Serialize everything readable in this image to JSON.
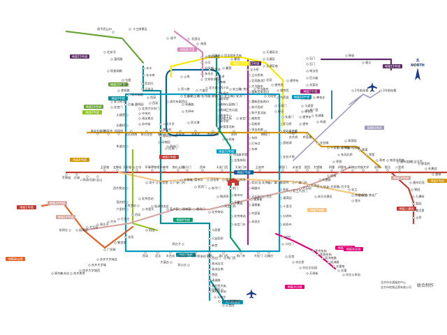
{
  "compass": {
    "label_cn": "北",
    "label_en": "NORTH"
  },
  "credits": {
    "publisher_1": "北京市交通服务中心",
    "publisher_2": "北京市地铁运营有限公司",
    "made_by": "联合制作"
  },
  "colors": {
    "line1": "#c23a30",
    "line2": "#006098",
    "line4": "#008e9c",
    "line5": "#a6217f",
    "line6": "#d29700",
    "line7": "#f6c582",
    "line8": "#009b6b",
    "line9": "#8fc31f",
    "line10": "#009bc0",
    "line13": "#f9e700",
    "line14": "#d5a7a1",
    "line15": "#5b2c68",
    "line16": "#6ba539",
    "changping": "#d986ba",
    "fangshan": "#e46022",
    "yizhuang": "#e40077",
    "daxing": "#009bc0",
    "airport": "#a29bbb",
    "batong": "#c23a30"
  },
  "line_badges": [
    {
      "id": "b1",
      "label": "地铁15号线"
    },
    {
      "id": "b2",
      "label": "地铁昌平线"
    },
    {
      "id": "b3",
      "label": "地铁15号线"
    },
    {
      "id": "b4",
      "label": "地铁16号线"
    },
    {
      "id": "b5",
      "label": "地铁4号线"
    },
    {
      "id": "b6",
      "label": "地铁16号线"
    },
    {
      "id": "b7",
      "label": "地铁9号线"
    },
    {
      "id": "b8",
      "label": "地铁6号线"
    },
    {
      "id": "b9",
      "label": "地铁1号线"
    },
    {
      "id": "b10",
      "label": "地铁14号线"
    },
    {
      "id": "b11",
      "label": "地铁房山线"
    },
    {
      "id": "b12",
      "label": "地铁14号线"
    },
    {
      "id": "b13",
      "label": "地铁10号线"
    },
    {
      "id": "b14",
      "label": "地铁2号线"
    },
    {
      "id": "b15",
      "label": "地铁8号线"
    },
    {
      "id": "b16",
      "label": "地铁7号线"
    },
    {
      "id": "b17",
      "label": "地铁14号线"
    },
    {
      "id": "b18",
      "label": "地铁5号线"
    },
    {
      "id": "b19",
      "label": "地铁10号线"
    },
    {
      "id": "b20",
      "label": "地铁八通线"
    },
    {
      "id": "b21",
      "label": "地铁6号线"
    },
    {
      "id": "b22",
      "label": "地铁13号线"
    },
    {
      "id": "b23",
      "label": "地铁15号线"
    },
    {
      "id": "b24",
      "label": "首都机场线"
    },
    {
      "id": "b25",
      "label": "地铁亦庄线"
    },
    {
      "id": "b26",
      "label": "地铁4号线"
    },
    {
      "id": "b27",
      "label": "大兴机场线"
    },
    {
      "id": "b28",
      "label": "地铁亦庄线"
    },
    {
      "id": "b29",
      "label": "地铁大兴线"
    },
    {
      "id": "b30",
      "label": "地铁1号线"
    }
  ],
  "stations": [
    {
      "id": "s1",
      "name": "十三陵景区"
    },
    {
      "id": "s2",
      "name": "昌平西山口"
    },
    {
      "id": "s3",
      "name": "昌平"
    },
    {
      "id": "s4",
      "name": "北邵洼"
    },
    {
      "id": "s5",
      "name": "南邵"
    },
    {
      "id": "s6",
      "name": "沙河高教园"
    },
    {
      "id": "s7",
      "name": "沙河"
    },
    {
      "id": "s8",
      "name": "巩华城"
    },
    {
      "id": "s9",
      "name": "朱辛庄"
    },
    {
      "id": "s10",
      "name": "生命科学园"
    },
    {
      "id": "s11",
      "name": "西二旗"
    },
    {
      "id": "s12",
      "name": "北安河"
    },
    {
      "id": "s13",
      "name": "温阳路"
    },
    {
      "id": "s14",
      "name": "稻香湖路"
    },
    {
      "id": "s15",
      "name": "屯佃"
    },
    {
      "id": "s16",
      "name": "永丰"
    },
    {
      "id": "s17",
      "name": "永丰南"
    },
    {
      "id": "s18",
      "name": "西北旺"
    },
    {
      "id": "s19",
      "name": "马连洼"
    },
    {
      "id": "s20",
      "name": "农大南路"
    },
    {
      "id": "s21",
      "name": "西苑"
    },
    {
      "id": "s22",
      "name": "安河桥北"
    },
    {
      "id": "s23",
      "name": "北宫门"
    },
    {
      "id": "s24",
      "name": "圆明园"
    },
    {
      "id": "s25",
      "name": "北京大学东门"
    },
    {
      "id": "s26",
      "name": "中关村"
    },
    {
      "id": "s27",
      "name": "海淀黄庄"
    },
    {
      "id": "s28",
      "name": "人民大学"
    },
    {
      "id": "s29",
      "name": "魏公村"
    },
    {
      "id": "s30",
      "name": "国家图书馆"
    },
    {
      "id": "s31",
      "name": "动物园"
    },
    {
      "id": "s32",
      "name": "西直门"
    },
    {
      "id": "s33",
      "name": "上地"
    },
    {
      "id": "s34",
      "name": "五道口"
    },
    {
      "id": "s35",
      "name": "知春路"
    },
    {
      "id": "s36",
      "name": "大钟寺"
    },
    {
      "id": "s37",
      "name": "回龙观"
    },
    {
      "id": "s38",
      "name": "龙泽"
    },
    {
      "id": "s39",
      "name": "霍营"
    },
    {
      "id": "s40",
      "name": "立水桥"
    },
    {
      "id": "s41",
      "name": "北苑"
    },
    {
      "id": "s42",
      "name": "望京西"
    },
    {
      "id": "s43",
      "name": "芍药居"
    },
    {
      "id": "s44",
      "name": "光熙门"
    },
    {
      "id": "s45",
      "name": "柳芳"
    },
    {
      "id": "s46",
      "name": "东直门"
    },
    {
      "id": "s47",
      "name": "天通苑北"
    },
    {
      "id": "s48",
      "name": "天通苑"
    },
    {
      "id": "s49",
      "name": "天通苑南"
    },
    {
      "id": "s50",
      "name": "立水桥南"
    },
    {
      "id": "s51",
      "name": "北苑路北"
    },
    {
      "id": "s52",
      "name": "大屯路东"
    },
    {
      "id": "s53",
      "name": "惠新西街北口"
    },
    {
      "id": "s54",
      "name": "惠新西街南口"
    },
    {
      "id": "s55",
      "name": "和平西桥"
    },
    {
      "id": "s56",
      "name": "和平里北街"
    },
    {
      "id": "s57",
      "name": "雍和宫"
    },
    {
      "id": "s58",
      "name": "北新桥"
    },
    {
      "id": "s59",
      "name": "张自忠路"
    },
    {
      "id": "s60",
      "name": "东四"
    },
    {
      "id": "s61",
      "name": "灯市口"
    },
    {
      "id": "s62",
      "name": "东单"
    },
    {
      "id": "s63",
      "name": "崇文门"
    },
    {
      "id": "s64",
      "name": "磁器口"
    },
    {
      "id": "s65",
      "name": "天坛东门"
    },
    {
      "id": "s66",
      "name": "蒲黄榆"
    },
    {
      "id": "s67",
      "name": "刘家窑"
    },
    {
      "id": "s68",
      "name": "宋家庄"
    },
    {
      "id": "s69",
      "name": "俸伯"
    },
    {
      "id": "s70",
      "name": "顺义"
    },
    {
      "id": "s71",
      "name": "石门"
    },
    {
      "id": "s72",
      "name": "南法信"
    },
    {
      "id": "s73",
      "name": "后沙峪"
    },
    {
      "id": "s74",
      "name": "花梨坎"
    },
    {
      "id": "s75",
      "name": "国展"
    },
    {
      "id": "s76",
      "name": "孙河"
    },
    {
      "id": "s77",
      "name": "马泉营"
    },
    {
      "id": "s78",
      "name": "崔各庄"
    },
    {
      "id": "s79",
      "name": "望京东"
    },
    {
      "id": "s80",
      "name": "望京"
    },
    {
      "id": "s81",
      "name": "3号航站楼"
    },
    {
      "id": "s82",
      "name": "2号航站楼"
    },
    {
      "id": "s83",
      "name": "三元桥"
    },
    {
      "id": "s84",
      "name": "苹果园"
    },
    {
      "id": "s85",
      "name": "古城"
    },
    {
      "id": "s86",
      "name": "八角游乐园"
    },
    {
      "id": "s87",
      "name": "八宝山"
    },
    {
      "id": "s88",
      "name": "玉泉路"
    },
    {
      "id": "s89",
      "name": "五棵松"
    },
    {
      "id": "s90",
      "name": "万寿路"
    },
    {
      "id": "s91",
      "name": "公主坟"
    },
    {
      "id": "s92",
      "name": "军事博物馆"
    },
    {
      "id": "s93",
      "name": "木樨地"
    },
    {
      "id": "s94",
      "name": "南礼士路"
    },
    {
      "id": "s95",
      "name": "复兴门"
    },
    {
      "id": "s96",
      "name": "西单"
    },
    {
      "id": "s97",
      "name": "天安门西"
    },
    {
      "id": "s98",
      "name": "天安门东"
    },
    {
      "id": "s99",
      "name": "王府井"
    },
    {
      "id": "s100",
      "name": "建国门"
    },
    {
      "id": "s101",
      "name": "永安里"
    },
    {
      "id": "s102",
      "name": "国贸"
    },
    {
      "id": "s103",
      "name": "大望路"
    },
    {
      "id": "s104",
      "name": "四惠"
    },
    {
      "id": "s105",
      "name": "四惠东"
    },
    {
      "id": "s106",
      "name": "高碑店"
    },
    {
      "id": "s107",
      "name": "传媒大学"
    },
    {
      "id": "s108",
      "name": "双桥"
    },
    {
      "id": "s109",
      "name": "管庄"
    },
    {
      "id": "s110",
      "name": "八里桥"
    },
    {
      "id": "s111",
      "name": "通州北苑"
    },
    {
      "id": "s112",
      "name": "果园"
    },
    {
      "id": "s113",
      "name": "九棵树"
    },
    {
      "id": "s114",
      "name": "梨园"
    },
    {
      "id": "s115",
      "name": "临河里"
    },
    {
      "id": "s116",
      "name": "土桥"
    },
    {
      "id": "s117",
      "name": "海淀五路居"
    },
    {
      "id": "s118",
      "name": "慈寿寺"
    },
    {
      "id": "s119",
      "name": "花园桥"
    },
    {
      "id": "s120",
      "name": "白石桥南"
    },
    {
      "id": "s121",
      "name": "车公庄西"
    },
    {
      "id": "s122",
      "name": "车公庄"
    },
    {
      "id": "s123",
      "name": "平安里"
    },
    {
      "id": "s124",
      "name": "北海北"
    },
    {
      "id": "s125",
      "name": "南锣鼓巷"
    },
    {
      "id": "s126",
      "name": "东四"
    },
    {
      "id": "s127",
      "name": "朝阳门"
    },
    {
      "id": "s128",
      "name": "东大桥"
    },
    {
      "id": "s129",
      "name": "呼家楼"
    },
    {
      "id": "s130",
      "name": "金台路"
    },
    {
      "id": "s131",
      "name": "十里堡"
    },
    {
      "id": "s132",
      "name": "青年路"
    },
    {
      "id": "s133",
      "name": "褡裢坡"
    },
    {
      "id": "s134",
      "name": "黄渠"
    },
    {
      "id": "s135",
      "name": "常营"
    },
    {
      "id": "s136",
      "name": "草房"
    },
    {
      "id": "s137",
      "name": "物资学院路"
    },
    {
      "id": "s138",
      "name": "通州北关"
    },
    {
      "id": "s139",
      "name": "北运河西"
    },
    {
      "id": "s140",
      "name": "郝家府"
    },
    {
      "id": "s141",
      "name": "东夏园"
    },
    {
      "id": "s142",
      "name": "潞城"
    },
    {
      "id": "s143",
      "name": "积水潭"
    },
    {
      "id": "s144",
      "name": "鼓楼大街"
    },
    {
      "id": "s145",
      "name": "安定门"
    },
    {
      "id": "s146",
      "name": "阜成门"
    },
    {
      "id": "s147",
      "name": "长椿街"
    },
    {
      "id": "s148",
      "name": "宣武门"
    },
    {
      "id": "s149",
      "name": "和平门"
    },
    {
      "id": "s150",
      "name": "前门"
    },
    {
      "id": "s151",
      "name": "北京站"
    },
    {
      "id": "s152",
      "name": "巴沟"
    },
    {
      "id": "s153",
      "name": "苏州街"
    },
    {
      "id": "s154",
      "name": "西土城"
    },
    {
      "id": "s155",
      "name": "牡丹园"
    },
    {
      "id": "s156",
      "name": "健德门"
    },
    {
      "id": "s157",
      "name": "北土城"
    },
    {
      "id": "s158",
      "name": "安贞门"
    },
    {
      "id": "s159",
      "name": "太阳宫"
    },
    {
      "id": "s160",
      "name": "亮马桥"
    },
    {
      "id": "s161",
      "name": "农业展览馆"
    },
    {
      "id": "s162",
      "name": "团结湖"
    },
    {
      "id": "s163",
      "name": "金台夕照"
    },
    {
      "id": "s164",
      "name": "双井"
    },
    {
      "id": "s165",
      "name": "劲松"
    },
    {
      "id": "s166",
      "name": "潘家园"
    },
    {
      "id": "s167",
      "name": "十里河"
    },
    {
      "id": "s168",
      "name": "分钟寺"
    },
    {
      "id": "s169",
      "name": "成寿寺"
    },
    {
      "id": "s170",
      "name": "石榴庄"
    },
    {
      "id": "s171",
      "name": "大红门"
    },
    {
      "id": "s172",
      "name": "角门东"
    },
    {
      "id": "s173",
      "name": "角门西"
    },
    {
      "id": "s174",
      "name": "草桥"
    },
    {
      "id": "s175",
      "name": "纪家庙"
    },
    {
      "id": "s176",
      "name": "首经贸"
    },
    {
      "id": "s177",
      "name": "丰台站"
    },
    {
      "id": "s178",
      "name": "泥洼"
    },
    {
      "id": "s179",
      "name": "西局"
    },
    {
      "id": "s180",
      "name": "六里桥"
    },
    {
      "id": "s181",
      "name": "莲花桥"
    },
    {
      "id": "s182",
      "name": "西钓鱼台"
    },
    {
      "id": "s183",
      "name": "车道沟"
    },
    {
      "id": "s184",
      "name": "长春桥"
    },
    {
      "id": "s185",
      "name": "火器营"
    },
    {
      "id": "s186",
      "name": "北京西站"
    },
    {
      "id": "s187",
      "name": "湾子"
    },
    {
      "id": "s188",
      "name": "达官营"
    },
    {
      "id": "s189",
      "name": "广安门内"
    },
    {
      "id": "s190",
      "name": "菜市口"
    },
    {
      "id": "s191",
      "name": "虎坊桥"
    },
    {
      "id": "s192",
      "name": "珠市口"
    },
    {
      "id": "s193",
      "name": "桥湾"
    },
    {
      "id": "s194",
      "name": "广渠门内"
    },
    {
      "id": "s195",
      "name": "广渠门外"
    },
    {
      "id": "s196",
      "name": "九龙山"
    },
    {
      "id": "s197",
      "name": "大郊亭"
    },
    {
      "id": "s198",
      "name": "百子湾"
    },
    {
      "id": "s199",
      "name": "化工"
    },
    {
      "id": "s200",
      "name": "南楼梓庄"
    },
    {
      "id": "s201",
      "name": "欢乐谷景区"
    },
    {
      "id": "s202",
      "name": "垡头"
    },
    {
      "id": "s203",
      "name": "双合"
    },
    {
      "id": "s204",
      "name": "焦化厂"
    },
    {
      "id": "s205",
      "name": "北京南站"
    },
    {
      "id": "s206",
      "name": "陶然亭"
    },
    {
      "id": "s207",
      "name": "马家堡"
    },
    {
      "id": "s208",
      "name": "公益西桥"
    },
    {
      "id": "s209",
      "name": "新宫"
    },
    {
      "id": "s210",
      "name": "西红门"
    },
    {
      "id": "s211",
      "name": "高米店北"
    },
    {
      "id": "s212",
      "name": "高米店南"
    },
    {
      "id": "s213",
      "name": "枣园"
    },
    {
      "id": "s214",
      "name": "清源路"
    },
    {
      "id": "s215",
      "name": "黄村西大街"
    },
    {
      "id": "s216",
      "name": "黄村火车站"
    },
    {
      "id": "s217",
      "name": "义和庄"
    },
    {
      "id": "s218",
      "name": "生物医药基地"
    },
    {
      "id": "s219",
      "name": "天宫院"
    },
    {
      "id": "s220",
      "name": "肖村"
    },
    {
      "id": "s221",
      "name": "小红门"
    },
    {
      "id": "s222",
      "name": "旧宫"
    },
    {
      "id": "s223",
      "name": "亦庄桥"
    },
    {
      "id": "s224",
      "name": "亦庄文化园"
    },
    {
      "id": "s225",
      "name": "万源街"
    },
    {
      "id": "s226",
      "name": "荣京东街"
    },
    {
      "id": "s227",
      "name": "荣昌东街"
    },
    {
      "id": "s228",
      "name": "同济南路"
    },
    {
      "id": "s229",
      "name": "经海路"
    },
    {
      "id": "s230",
      "name": "次渠南"
    },
    {
      "id": "s231",
      "name": "次渠"
    },
    {
      "id": "s232",
      "name": "亦庄火车站"
    },
    {
      "id": "s233",
      "name": "郭公庄"
    },
    {
      "id": "s234",
      "name": "大葆台"
    },
    {
      "id": "s235",
      "name": "稻田"
    },
    {
      "id": "s236",
      "name": "长阳"
    },
    {
      "id": "s237",
      "name": "篱笆房"
    },
    {
      "id": "s238",
      "name": "广阳城"
    },
    {
      "id": "s239",
      "name": "良乡大学城北"
    },
    {
      "id": "s240",
      "name": "良乡大学城"
    },
    {
      "id": "s241",
      "name": "良乡大学城西"
    },
    {
      "id": "s242",
      "name": "良乡南关"
    },
    {
      "id": "s243",
      "name": "苏庄"
    },
    {
      "id": "s244",
      "name": "阎村东"
    },
    {
      "id": "s245",
      "name": "张郭庄"
    },
    {
      "id": "s246",
      "name": "园博园"
    },
    {
      "id": "s247",
      "name": "大瓦窑"
    },
    {
      "id": "s248",
      "name": "郭庄子"
    },
    {
      "id": "s249",
      "name": "大井"
    },
    {
      "id": "s250",
      "name": "七里庄"
    },
    {
      "id": "s251",
      "name": "西局"
    },
    {
      "id": "s252",
      "name": "东管头"
    },
    {
      "id": "s253",
      "name": "丽泽商务区"
    },
    {
      "id": "s254",
      "name": "菜户营"
    },
    {
      "id": "s255",
      "name": "西铁营"
    },
    {
      "id": "s256",
      "name": "景风门"
    },
    {
      "id": "s257",
      "name": "北京南站"
    },
    {
      "id": "s258",
      "name": "永定门外"
    },
    {
      "id": "s259",
      "name": "景泰"
    },
    {
      "id": "s260",
      "name": "蒲黄榆"
    },
    {
      "id": "s261",
      "name": "方庄"
    },
    {
      "id": "s262",
      "name": "北工大西门"
    },
    {
      "id": "s263",
      "name": "平乐园"
    },
    {
      "id": "s264",
      "name": "九龙山"
    },
    {
      "id": "s265",
      "name": "大望路"
    },
    {
      "id": "s266",
      "name": "红庙"
    },
    {
      "id": "s267",
      "name": "枣营"
    },
    {
      "id": "s268",
      "name": "东风北桥"
    },
    {
      "id": "s269",
      "name": "将台"
    },
    {
      "id": "s270",
      "name": "高家园"
    },
    {
      "id": "s271",
      "name": "阜通"
    },
    {
      "id": "s272",
      "name": "东湖渠"
    },
    {
      "id": "s273",
      "name": "来广营"
    },
    {
      "id": "s274",
      "name": "善各庄"
    },
    {
      "id": "s275",
      "name": "朱辛庄"
    },
    {
      "id": "s276",
      "name": "育知路"
    },
    {
      "id": "s277",
      "name": "平西府"
    },
    {
      "id": "s278",
      "name": "回龙观东大街"
    },
    {
      "id": "s279",
      "name": "霍营"
    },
    {
      "id": "s280",
      "name": "育新"
    },
    {
      "id": "s281",
      "name": "西小口"
    },
    {
      "id": "s282",
      "name": "永泰庄"
    },
    {
      "id": "s283",
      "name": "林萃桥"
    },
    {
      "id": "s284",
      "name": "森林公园南门"
    },
    {
      "id": "s285",
      "name": "奥林匹克公园"
    },
    {
      "id": "s286",
      "name": "奥体中心"
    },
    {
      "id": "s287",
      "name": "安华桥"
    },
    {
      "id": "s288",
      "name": "安德里北街"
    },
    {
      "id": "s289",
      "name": "什刹海"
    },
    {
      "id": "s290",
      "name": "中国美术馆"
    },
    {
      "id": "s291",
      "name": "金鱼胡同"
    },
    {
      "id": "s292",
      "name": "珠市口"
    },
    {
      "id": "s293",
      "name": "天桥"
    },
    {
      "id": "s294",
      "name": "永定门外"
    },
    {
      "id": "s295",
      "name": "西苑"
    },
    {
      "id": "s296",
      "name": "清华东路西口"
    },
    {
      "id": "s297",
      "name": "六道口"
    },
    {
      "id": "s298",
      "name": "北沙滩"
    },
    {
      "id": "s299",
      "name": "安立路"
    },
    {
      "id": "s300",
      "name": "关庄"
    },
    {
      "id": "s301",
      "name": "大屯路东"
    },
    {
      "id": "s302",
      "name": "望京西"
    },
    {
      "id": "s303",
      "name": "望京东"
    },
    {
      "id": "s304",
      "name": "大兴机场"
    },
    {
      "id": "s305",
      "name": "大兴新城"
    },
    {
      "id": "s306",
      "name": "草桥"
    },
    {
      "id": "s307",
      "name": "北京西站"
    },
    {
      "id": "s308",
      "name": "郭庄子"
    },
    {
      "id": "s309",
      "name": "角门西"
    },
    {
      "id": "s310",
      "name": "石门"
    }
  ]
}
